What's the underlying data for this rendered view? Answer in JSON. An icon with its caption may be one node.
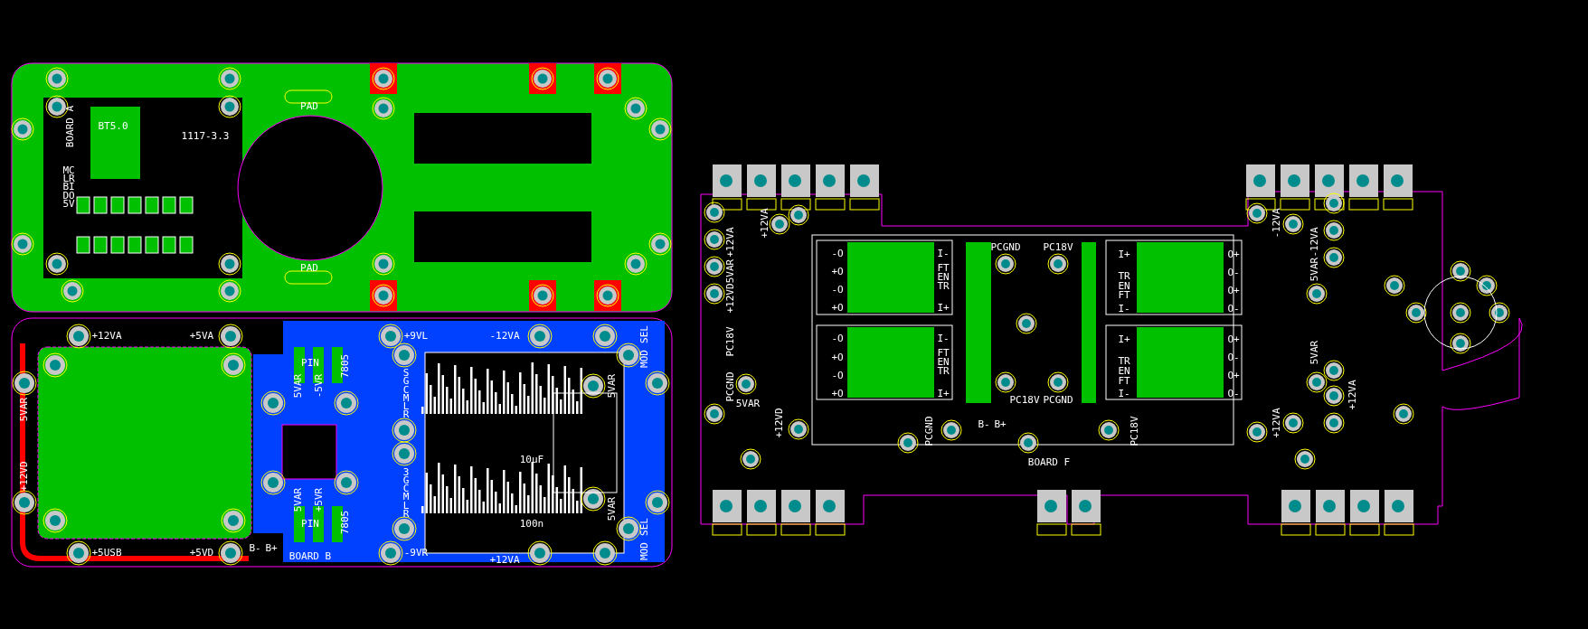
{
  "diagram": {
    "labels": [
      "BT5.0",
      "BOARD A",
      "MC",
      "LR",
      "BI",
      "DO",
      "5V",
      "1117-3.3",
      "PAD",
      "PAD",
      "+12VA",
      "+5VA",
      "5VAR",
      "+12VD",
      "PIN",
      "5VAR",
      "-5VR",
      "7805",
      "+9VL",
      "-12VA",
      "S",
      "G",
      "C",
      "M",
      "L",
      "R",
      "5VAR",
      "SEL",
      "MOD",
      "10uF",
      "100n",
      "3",
      "G",
      "C",
      "M",
      "L",
      "R",
      "5VAR",
      "SEL",
      "MOD",
      "PIN",
      "5VAR",
      "+5VR",
      "7805",
      "+5USB",
      "+5VD",
      "B-",
      "B+",
      "BOARD B",
      "-9VR",
      "+12VA",
      "+12VA",
      "5VAR",
      "+12VA",
      "+12VD",
      "PC18V",
      "PCGND",
      "5VAR",
      "+12VD",
      "-O",
      "+O",
      "-O",
      "+O",
      "-O",
      "+O",
      "-O",
      "+O",
      "I-",
      "FT",
      "EN",
      "TR",
      "I+",
      "I-",
      "FT",
      "EN",
      "TR",
      "I+",
      "PCGND",
      "PC18V",
      "PC18V",
      "PCGND",
      "PCGND",
      "B-",
      "B+",
      "BOARD F",
      "PC18V",
      "I+",
      "TR",
      "EN",
      "FT",
      "I-",
      "O+",
      "O-",
      "O+",
      "O-",
      "I+",
      "TR",
      "EN",
      "FT",
      "I-",
      "O+",
      "O-",
      "O+",
      "O-",
      "-12VA",
      "-12VA",
      "5VAR",
      "5VAR",
      "+12VA",
      "+12VA"
    ]
  }
}
